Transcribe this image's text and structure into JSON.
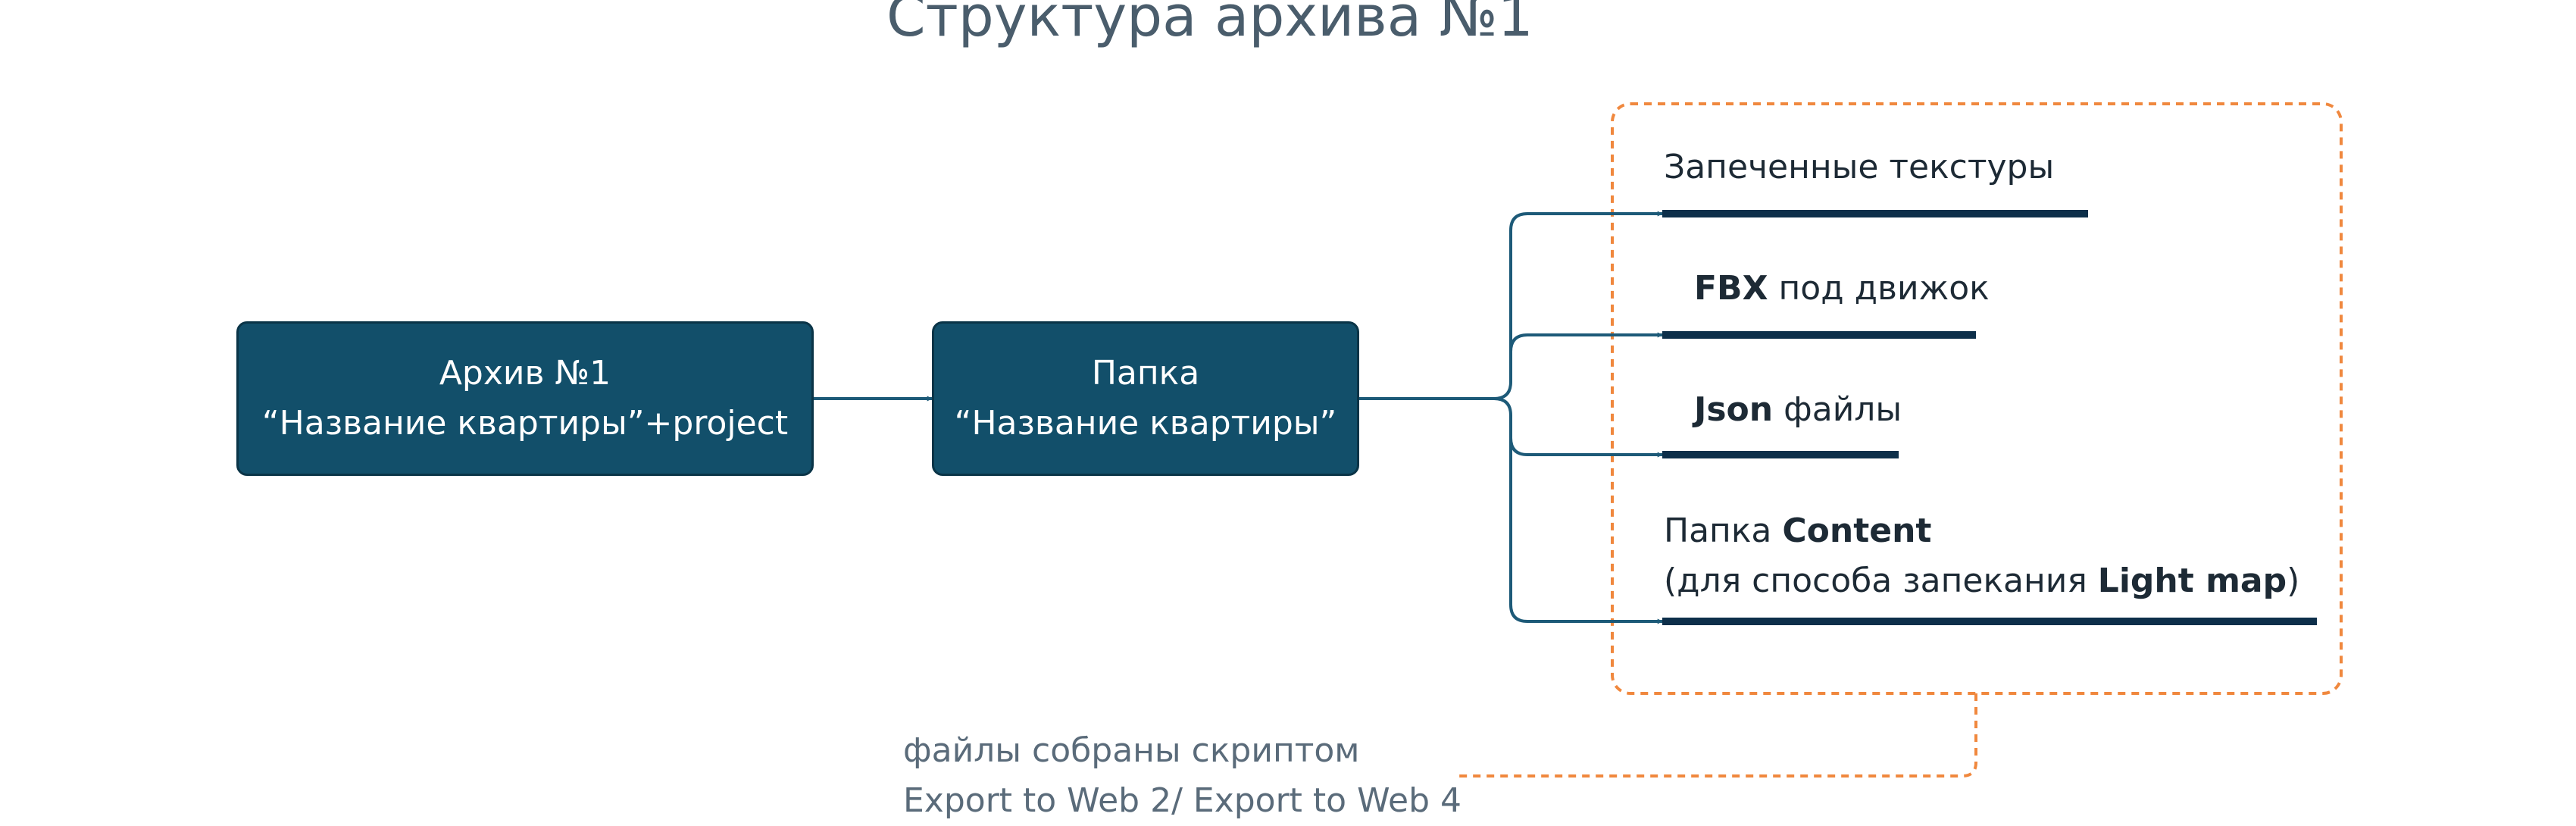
{
  "title": "Структура архива №1",
  "archive_node": {
    "line1": "Архив №1",
    "line2": "“Название квартиры”+project"
  },
  "folder_node": {
    "line1": "Папка",
    "line2": "“Название квартиры”"
  },
  "items": [
    {
      "text": "Запеченные текстуры"
    },
    {
      "bold": "FBX",
      "text": " под движок"
    },
    {
      "bold": "Json",
      "text": " файлы"
    },
    {
      "prefix": "Папка ",
      "bold": "Content",
      "line2_prefix": "(для способа запекания ",
      "line2_bold": "Light map",
      "line2_suffix": ")"
    }
  ],
  "note": {
    "line1": "файлы собраны скриптом",
    "line2": "Export to Web 2/ Export to Web 4"
  },
  "colors": {
    "node_fill": "#124f6a",
    "node_border": "#0a3447",
    "connector": "#1d5a78",
    "underline": "#0d2f4a",
    "dashed_frame": "#f0883e",
    "title": "#4a5d6c",
    "note": "#5a6b7a"
  }
}
